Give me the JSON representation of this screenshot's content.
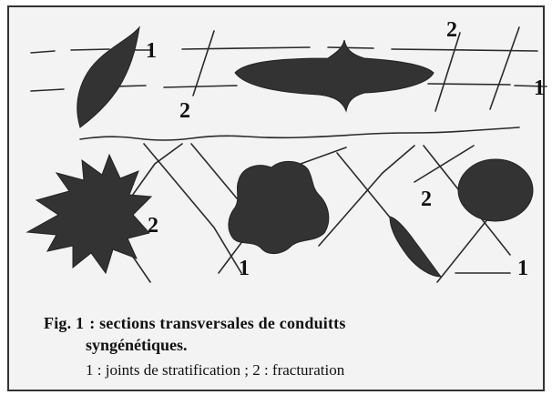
{
  "figure": {
    "labels": {
      "top_bedding_left": "1",
      "top_fracture_left": "2",
      "top_fracture_right": "2",
      "top_bedding_right": "1",
      "bottom_fracture_mid": "2",
      "bottom_bedding_mid": "1",
      "bottom_fracture_right": "2",
      "bottom_bedding_right": "1"
    },
    "caption": {
      "fig_label": "Fig. 1",
      "title_part1": ": sections transversales de conduitts",
      "title_part2": "syngénétiques.",
      "legend": "1 : joints de stratification ; 2 :  fracturation"
    },
    "colors": {
      "ink": "#2a2a2a",
      "fill": "#333333",
      "paper": "#f3f3f3"
    }
  }
}
